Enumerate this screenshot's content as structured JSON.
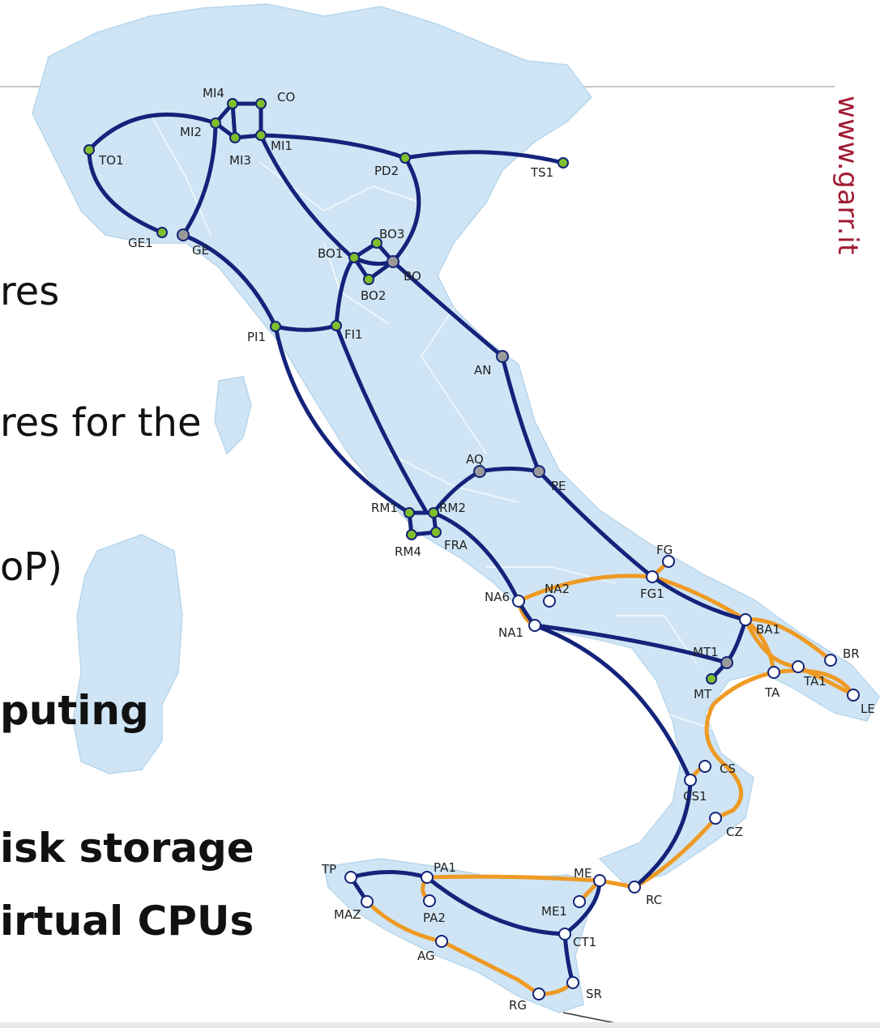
{
  "slide": {
    "url": "www.garr.it",
    "text_lines": [
      "res",
      "res for the",
      "oP)",
      "puting",
      "isk storage",
      "irtual CPUs"
    ]
  },
  "map": {
    "colors": {
      "land": "#cfe5f5",
      "backbone": "#14237a",
      "regional": "#ee9a24",
      "node_green": "#7fbf2a",
      "node_gray": "#9a9a9a",
      "node_white": "#ffffff"
    },
    "node_labels": [
      "MI4",
      "CO",
      "MI2",
      "MI1",
      "MI3",
      "TO1",
      "PD2",
      "TS1",
      "GE1",
      "GE",
      "BO3",
      "BO1",
      "BO",
      "BO2",
      "PI1",
      "FI1",
      "AN",
      "AQ",
      "PE",
      "RM1",
      "RM2",
      "RM4",
      "FRA",
      "FG",
      "FG1",
      "NA6",
      "NA2",
      "NA1",
      "BA1",
      "BR",
      "MT1",
      "TA1",
      "TA",
      "MT",
      "LE",
      "CS",
      "CS1",
      "CZ",
      "TP",
      "PA1",
      "MAZ",
      "PA2",
      "ME",
      "ME1",
      "RC",
      "CT1",
      "AG",
      "SR",
      "RG"
    ]
  }
}
